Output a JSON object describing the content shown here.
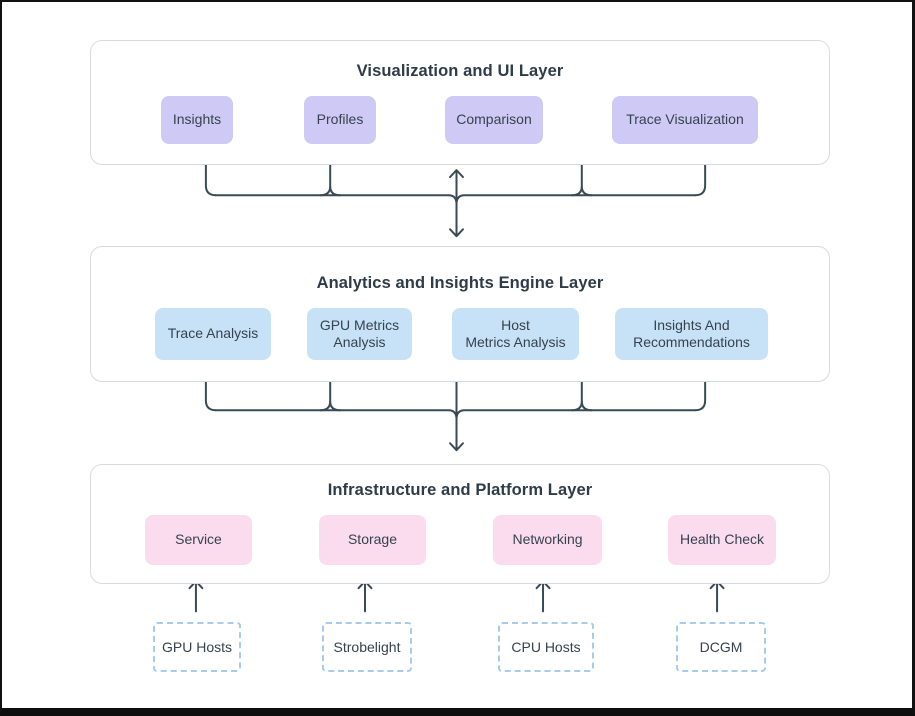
{
  "diagram": {
    "layers": [
      {
        "title": "Visualization and UI Layer",
        "boxes": [
          {
            "label": "Insights"
          },
          {
            "label": "Profiles"
          },
          {
            "label": "Comparison"
          },
          {
            "label": "Trace Visualization"
          }
        ]
      },
      {
        "title": "Analytics and Insights Engine Layer",
        "boxes": [
          {
            "label": "Trace Analysis"
          },
          {
            "label": "GPU Metrics\nAnalysis"
          },
          {
            "label": "Host\nMetrics Analysis"
          },
          {
            "label": "Insights And\nRecommendations"
          }
        ]
      },
      {
        "title": "Infrastructure and Platform Layer",
        "boxes": [
          {
            "label": "Service"
          },
          {
            "label": "Storage"
          },
          {
            "label": "Networking"
          },
          {
            "label": "Health Check"
          }
        ]
      }
    ],
    "sources": [
      {
        "label": "GPU Hosts"
      },
      {
        "label": "Strobelight"
      },
      {
        "label": "CPU Hosts"
      },
      {
        "label": "DCGM"
      }
    ],
    "colors": {
      "ui_layer_box": "#CFC9F5",
      "analytics_layer_box": "#C7E2F7",
      "infra_layer_box": "#FBDBEE",
      "source_box_border": "#A6CBEC",
      "connector": "#3A4A55",
      "layer_border": "#D7DBE0",
      "text": "#2E3B49"
    }
  }
}
